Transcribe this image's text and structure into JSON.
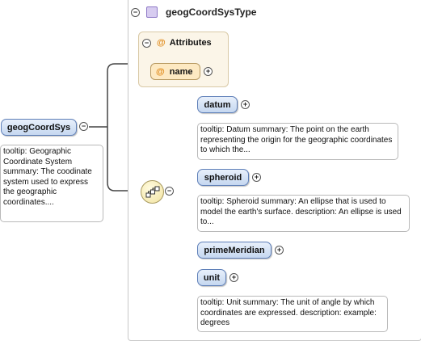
{
  "type_box": {
    "title": "geogCoordSysType",
    "icon": "complex-type-icon"
  },
  "attributes": {
    "title": "Attributes",
    "at_symbol": "@",
    "items": [
      {
        "label": "name"
      }
    ]
  },
  "root": {
    "label": "geogCoordSys",
    "tooltip": "tooltip: Geographic Coordinate System summary: The coodinate system used to express the geographic coordinates...."
  },
  "sequence": {
    "icon": "sequence-compositor-icon"
  },
  "elements": [
    {
      "label": "datum",
      "tooltip": "tooltip: Datum summary: The point on the earth representing the origin for the geographic coordinates to which the..."
    },
    {
      "label": "spheroid",
      "tooltip": "tooltip: Spheroid summary: An ellipse that is used to model the earth's surface. description: An ellipse is used to..."
    },
    {
      "label": "primeMeridian",
      "tooltip": ""
    },
    {
      "label": "unit",
      "tooltip": "tooltip: Unit summary: The unit of angle by which coordinates are expressed. description: example: degrees"
    }
  ],
  "symbols": {
    "collapse": "−",
    "expand": "+"
  }
}
